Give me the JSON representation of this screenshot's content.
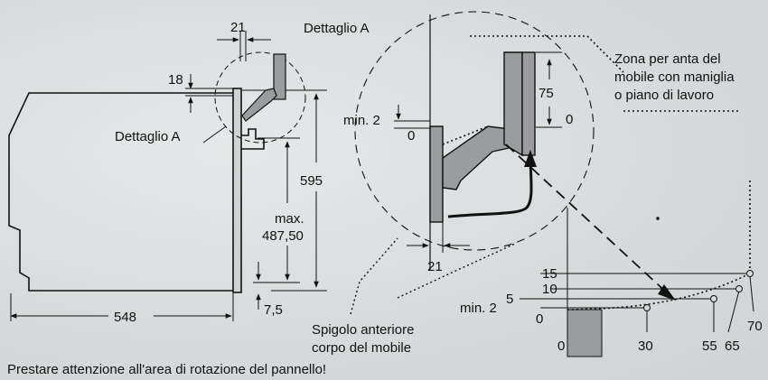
{
  "labels": {
    "dim_21_top": "21",
    "dettaglio_a_top": "Dettaglio A",
    "zona_line1": "Zona per anta del",
    "zona_line2": "mobile con maniglia",
    "zona_line3": "o piano di lavoro",
    "dim_18": "18",
    "dettaglio_a_left": "Dettaglio A",
    "dim_595": "595",
    "max_label": "max.",
    "dim_487": "487,50",
    "dim_7_5": "7,5",
    "dim_548": "548",
    "min2_detail": "min. 2",
    "zero_detail": "0",
    "dim_75": "75",
    "zero_right": "0",
    "dim_21_bottom": "21",
    "spigolo_line1": "Spigolo anteriore",
    "spigolo_line2": "corpo del mobile",
    "scale_15": "15",
    "scale_10": "10",
    "scale_min2": "min. 2",
    "scale_5": "5",
    "scale_0": "0",
    "x_0": "0",
    "x_30": "30",
    "x_55": "55",
    "x_65": "65",
    "x_70": "70"
  },
  "footer_note": "Prestare attenzione all'area di rotazione del pannello!",
  "colors": {
    "panel_gray": "#9a9c9e",
    "line": "#111111"
  }
}
